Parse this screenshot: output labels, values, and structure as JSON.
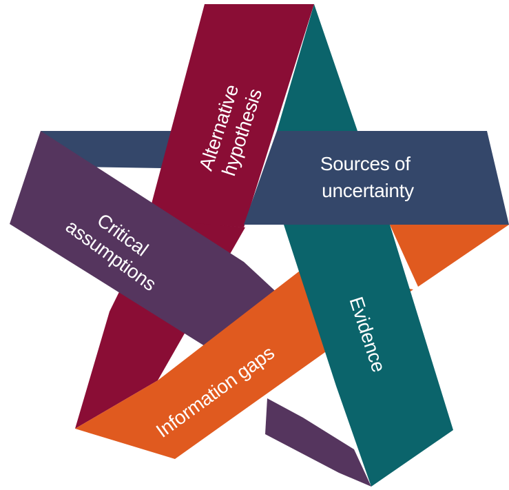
{
  "bands": [
    {
      "id": "alternative",
      "lines": [
        "Alternative",
        "hypothesis"
      ],
      "color": "#8a0d35"
    },
    {
      "id": "evidence",
      "lines": [
        "Evidence"
      ],
      "color": "#0b646b"
    },
    {
      "id": "sources",
      "lines": [
        "Sources of",
        "uncertainty"
      ],
      "color": "#34476a"
    },
    {
      "id": "info-gaps",
      "lines": [
        "Information gaps"
      ],
      "color": "#e05a1f"
    },
    {
      "id": "critical",
      "lines": [
        "Critical",
        "assumptions"
      ],
      "color": "#55355e"
    }
  ]
}
